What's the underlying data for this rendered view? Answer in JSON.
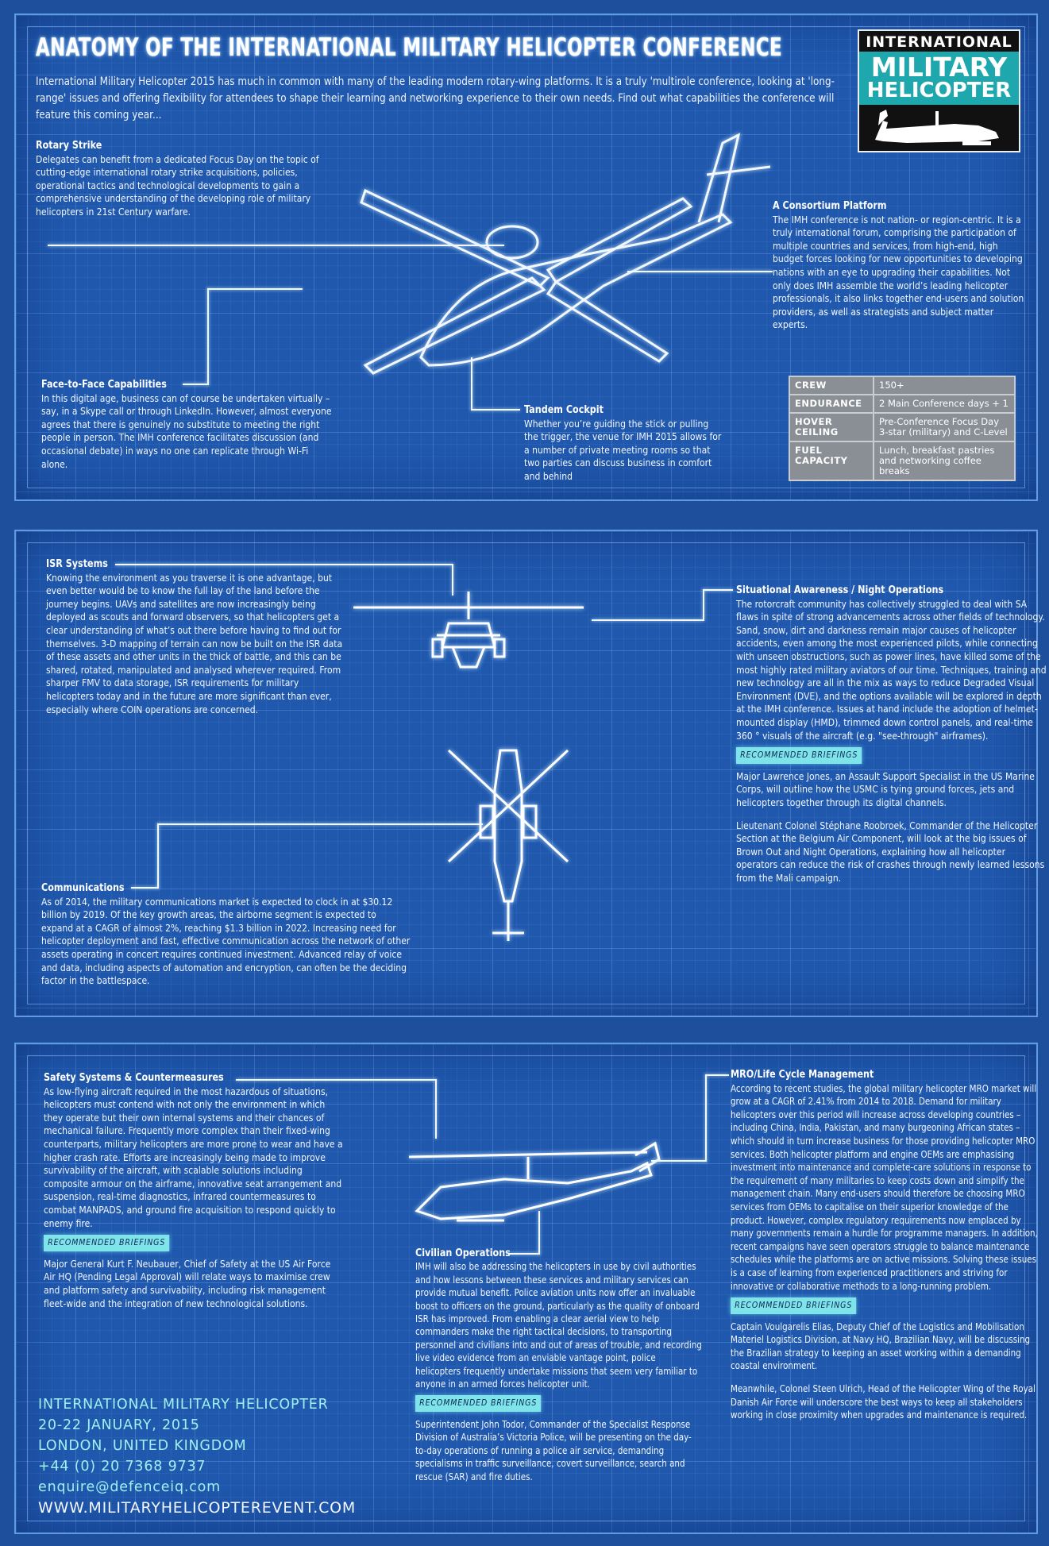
{
  "header": {
    "title": "ANATOMY OF THE INTERNATIONAL MILITARY HELICOPTER CONFERENCE",
    "intro": "International Military Helicopter 2015 has much in common with many of the leading modern rotary-wing platforms. It is a truly 'multirole conference, looking at 'long-range' issues and offering flexibility for attendees to shape their learning and networking experience to their own needs. Find out what capabilities the conference will feature this coming year..."
  },
  "logo": {
    "line1": "INTERNATIONAL",
    "line2": "MILITARY",
    "line3": "HELICOPTER"
  },
  "panel1": {
    "rotary_strike": {
      "heading": "Rotary Strike",
      "body": "Delegates can benefit from a dedicated Focus Day on the topic of cutting-edge international rotary strike acquisitions, policies, operational tactics and technological developments to gain a comprehensive understanding of the developing role of military helicopters in 21st Century warfare."
    },
    "consortium": {
      "heading": "A Consortium Platform",
      "body": "The IMH conference is not nation- or region-centric. It is a truly international forum, comprising the participation of multiple countries and services, from high-end, high budget forces looking for new opportunities to developing nations with an eye to upgrading their capabilities. Not only does IMH assemble the world’s leading helicopter professionals, it also links together end-users and solution providers, as well as strategists and subject matter experts."
    },
    "face_to_face": {
      "heading": "Face-to-Face Capabilities",
      "body": "In this digital age, business can of course be undertaken virtually – say, in a Skype call or through LinkedIn. However, almost everyone agrees that there is genuinely no substitute to meeting the right people in person. The IMH conference facilitates discussion (and occasional debate) in ways no one can replicate through Wi-Fi alone."
    },
    "tandem_cockpit": {
      "heading": "Tandem Cockpit",
      "body": "Whether you’re guiding the stick or pulling the trigger, the venue for IMH 2015 allows for a number of private meeting rooms so that two parties can discuss business in comfort and behind"
    },
    "spec_table": [
      {
        "label": "CREW",
        "value": "150+"
      },
      {
        "label": "ENDURANCE",
        "value": "2 Main Conference days + 1"
      },
      {
        "label": "HOVER CEILING",
        "value": "Pre-Conference Focus Day 3-star (military) and C-Level"
      },
      {
        "label": "FUEL CAPACITY",
        "value": "Lunch, breakfast pastries and networking coffee breaks"
      }
    ]
  },
  "panel2": {
    "isr": {
      "heading": "ISR Systems",
      "body": "Knowing the environment as you traverse it is one advantage, but even better would be to know the full lay of the land before the journey begins. UAVs and satellites are now increasingly being deployed as scouts and forward observers, so that helicopters get a clear understanding of what’s out there before having to find out for themselves. 3-D mapping of terrain can now be built on the ISR data of these assets and other units in the thick of battle, and this can be shared, rotated, manipulated and analysed wherever required. From sharper FMV to data storage, ISR requirements for military helicopters today and in the future are more significant than ever, especially where COIN operations are concerned."
    },
    "situational": {
      "heading": "Situational Awareness / Night Operations",
      "body": "The rotorcraft community has collectively struggled to deal with SA flaws in spite of strong advancements across other fields of technology. Sand, snow, dirt and darkness remain major causes of helicopter accidents, even among the most experienced pilots, while connecting with unseen obstructions, such as power lines, have killed some of the most highly rated military aviators of our time. Techniques, training and new technology are all in the mix as ways to reduce Degraded Visual Environment (DVE), and the options available will be explored in depth at the IMH conference. Issues at hand include the adoption of helmet-mounted display (HMD), trimmed down control panels, and real-time 360 ° visuals of the aircraft (e.g. \"see-through\" airframes).",
      "badge": "RECOMMENDED BRIEFINGS",
      "briefings": [
        "Major Lawrence Jones, an Assault Support Specialist in the US Marine Corps, will outline how the USMC is tying ground forces, jets and helicopters together through its digital channels.",
        "Lieutenant Colonel Stéphane Roobroek, Commander of the Helicopter Section at the Belgium Air Component, will look at the big issues of Brown Out and Night Operations, explaining how all helicopter operators can reduce the risk of crashes through newly learned lessons from the Mali campaign."
      ]
    },
    "communications": {
      "heading": "Communications",
      "body": "As of 2014, the military communications market is expected to clock in at $30.12 billion by 2019. Of the key growth areas, the airborne segment is expected to expand at a CAGR of almost 2%, reaching $1.3 billion in 2022. Increasing need for helicopter deployment and fast, effective communication across the network of other assets operating in concert requires continued investment. Advanced relay of voice and data, including aspects of automation and encryption, can often be the deciding factor in the battlespace."
    }
  },
  "panel3": {
    "safety": {
      "heading": "Safety Systems & Countermeasures",
      "body": "As low-flying aircraft required in the most hazardous of situations, helicopters must contend with not only the environment in which they operate but their own internal systems and their chances of mechanical failure. Frequently more complex than their fixed-wing counterparts, military helicopters are more prone to wear and have a higher crash rate. Efforts are increasingly being made to improve survivability of the aircraft, with scalable solutions including composite armour on the airframe, innovative seat arrangement and suspension, real-time diagnostics, infrared countermeasures to combat MANPADS, and ground fire acquisition to respond quickly to enemy fire.",
      "badge": "RECOMMENDED BRIEFINGS",
      "briefings": [
        "Major General Kurt F. Neubauer, Chief of Safety at the US Air Force Air HQ (Pending Legal Approval) will relate ways to maximise crew and platform safety and survivability, including risk management fleet-wide and the integration of new technological solutions."
      ]
    },
    "civilian": {
      "heading": "Civilian Operations",
      "body": "IMH will also be addressing the helicopters in use by civil authorities and how lessons between these services and military services can provide mutual benefit. Police aviation units now offer an invaluable boost to officers on the ground, particularly as the quality of onboard ISR has improved. From enabling a clear aerial view to help commanders make the right tactical decisions, to transporting personnel and civilians into and out of areas of trouble, and recording live video evidence from an enviable vantage point, police helicopters  frequently undertake missions that seem very familiar to anyone in an armed forces helicopter unit.",
      "badge": "RECOMMENDED BRIEFINGS",
      "briefings": [
        "Superintendent John Todor, Commander of the Specialist Response Division of Australia’s Victoria Police, will be presenting on the day-to-day operations of running a police air service, demanding specialisms in traffic surveillance, covert surveillance, search and rescue (SAR) and fire duties."
      ]
    },
    "mro": {
      "heading": "MRO/Life Cycle Management",
      "body": "According to recent studies, the global military helicopter MRO market will grow at a CAGR of 2.41% from 2014 to 2018. Demand for military helicopters over this period will increase across developing countries – including China, India, Pakistan, and many burgeoning African states – which should in turn increase business for those providing helicopter MRO services. Both helicopter platform and engine OEMs are emphasising investment into maintenance and complete-care solutions in response to the requirement of many militaries to keep costs down and simplify the management chain. Many end-users should therefore be choosing MRO services from OEMs to capitalise on their superior knowledge of the product. However, complex regulatory requirements now emplaced by many governments remain a hurdle for programme managers. In addition, recent campaigns have seen operators struggle to balance maintenance schedules while the platforms are on active missions. Solving these issues is a case of learning from experienced practitioners and striving for innovative or collaborative methods to a long-running problem.",
      "badge": "RECOMMENDED BRIEFINGS",
      "briefings": [
        "Captain Voulgarelis Elias, Deputy Chief of the Logistics and Mobilisation Materiel Logistics Division, at Navy HQ, Brazilian Navy, will be discussing the Brazilian strategy to keeping an asset working within a demanding coastal environment.",
        "Meanwhile, Colonel Steen Ulrich, Head of the Helicopter Wing of the Royal Danish Air Force will underscore the best ways to keep all stakeholders working in close proximity when upgrades and maintenance is required."
      ]
    },
    "contact": {
      "event": "INTERNATIONAL MILITARY HELICOPTER",
      "dates": "20-22 JANUARY, 2015",
      "location": "LONDON, UNITED KINGDOM",
      "phone": "+44 (0) 20 7368 9737",
      "email": "enquire@defenceiq.com",
      "website": "WWW.MILITARYHELICOPTEREVENT.COM"
    }
  },
  "colors": {
    "background": "#1f58ad",
    "panel_border": "#5d9be4",
    "badge": "#7fe3ea",
    "contact_text": "#9ff0f3",
    "logo_teal": "#1ea8ae",
    "table_bg": "#8a8f96"
  }
}
